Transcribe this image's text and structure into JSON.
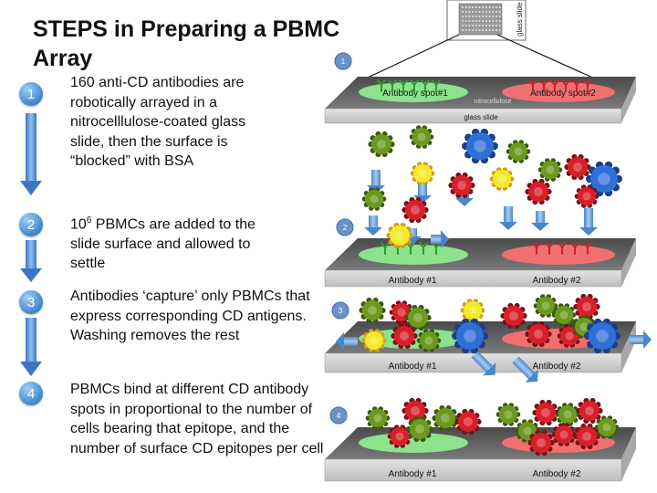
{
  "title": "STEPS in Preparing a PBMC Array",
  "steps": [
    {
      "number": "1",
      "text": "160 anti-CD antibodies are robotically arrayed in a nitrocelllulose-coated glass slide, then the surface is “blocked” with BSA"
    },
    {
      "number": "2",
      "text_before": "10",
      "text_sup": "6",
      "text_after": " PBMCs are added to the slide surface and allowed to settle"
    },
    {
      "number": "3",
      "text": "Antibodies ‘capture’ only PBMCs that express corresponding CD antigens. Washing removes the rest"
    },
    {
      "number": "4",
      "text": "PBMCs bind at different CD antibody spots in proportional to the number of cells bearing that epitope, and the number of surface CD epitopes per cell"
    }
  ],
  "panel_badges": [
    "1",
    "2",
    "3",
    "4"
  ],
  "thumbnail_label": "glass slide",
  "panel1": {
    "spot1_label": "Antibody spot#1",
    "spot2_label": "Antibody spot#2",
    "nitrocellulose_label": "nitrocellulose",
    "glass_slide_label": "glass slide"
  },
  "panel_labels": {
    "antibody1": "Antibody #1",
    "antibody2": "Antibody #2"
  },
  "colors": {
    "spot_green": "#8de28d",
    "spot_red": "#f07070",
    "cell_green": "#6b9a1e",
    "cell_red": "#d8202a",
    "cell_blue": "#2f6fd8",
    "cell_yellow": "#f2ea2a",
    "arrow_blue": "#5b9bd5",
    "step_circle": "#3a86cc"
  }
}
